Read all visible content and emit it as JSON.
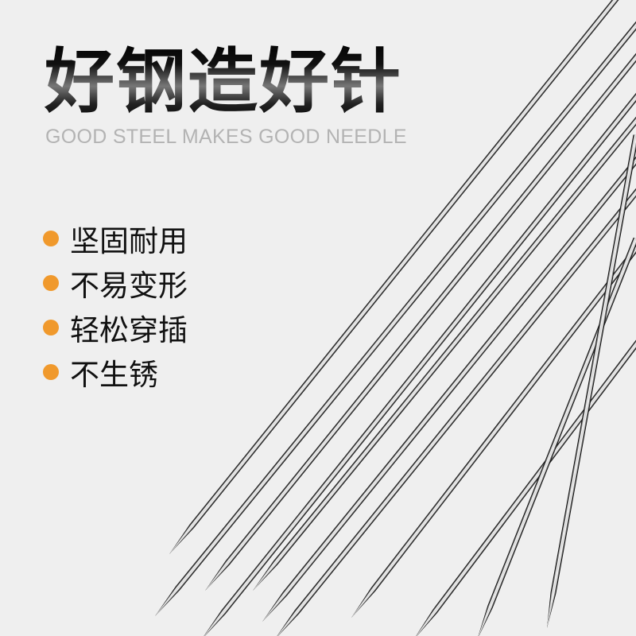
{
  "headline": "好钢造好针",
  "subheadline": "GOOD STEEL MAKES GOOD NEEDLE",
  "features": [
    {
      "label": "坚固耐用"
    },
    {
      "label": "不易变形"
    },
    {
      "label": "轻松穿插"
    },
    {
      "label": "不生锈"
    }
  ],
  "colors": {
    "background": "#efefef",
    "bullet": "#f0992c",
    "subtitle": "#b3b3b3"
  }
}
